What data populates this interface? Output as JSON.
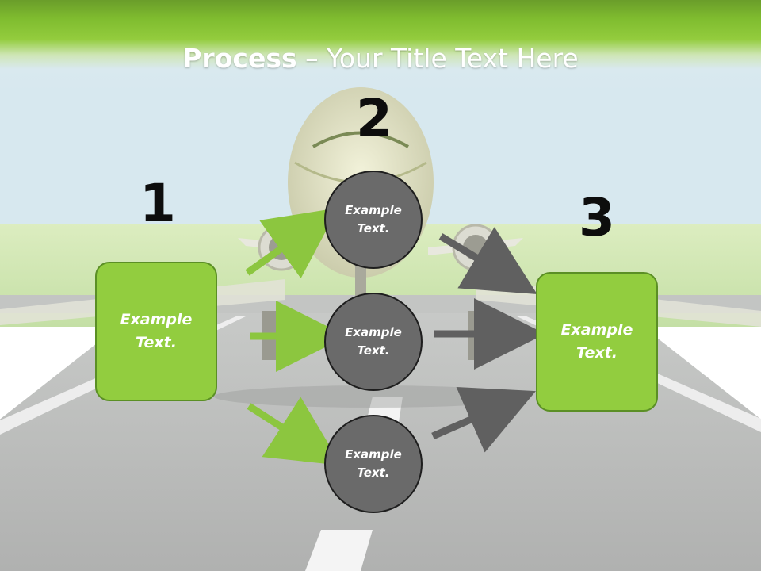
{
  "slide": {
    "title_bold": "Process",
    "title_rest": " – Your Title Text Here",
    "background_image": "airplane-on-runway",
    "colors": {
      "header_green": "#8dcb3a",
      "box_green": "#92cd3f",
      "circle_gray": "#6a6a6a",
      "arrow_green": "#8cc63f",
      "arrow_gray": "#606060"
    },
    "steps": [
      {
        "number": "1",
        "text": "Example\nText."
      },
      {
        "number": "2",
        "text": "Example\nText."
      },
      {
        "number": "3",
        "text": "Example\nText."
      }
    ],
    "circles": [
      {
        "text": "Example\nText."
      },
      {
        "text": "Example\nText."
      },
      {
        "text": "Example\nText."
      }
    ],
    "arrow_icon": "arrow-right-icon"
  }
}
